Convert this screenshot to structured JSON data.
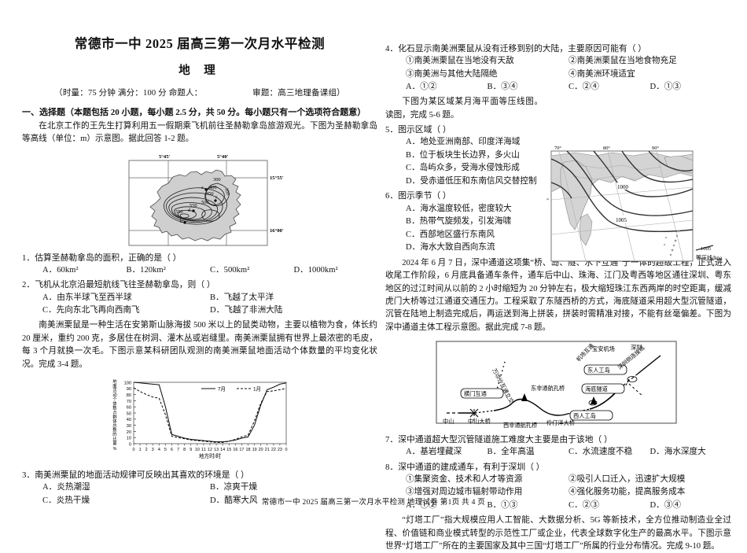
{
  "header": {
    "title": "常德市一中 2025 届高三第一次月水平检测",
    "subject": "地 理",
    "meta_left": "（时量：75 分钟   满分：100 分   命题人：",
    "meta_right": "审题：高三地理备课组）"
  },
  "section1": {
    "heading": "一、选择题（本题包括 20 小题，每小题 2.5 分，共 50 分。每小题只有一个选项符合题意）"
  },
  "passages": {
    "p1": "在北京工作的王先生打算利用五一假期乘飞机前往圣赫勒拿岛旅游观光。下图为圣赫勒拿岛等高线（单位：m）示意图。据此回答 1-2 题。",
    "p2": "南美洲栗鼠是一种生活在安第斯山脉海拔 500 米以上的鼠类动物，主要以植物为食，体长约 20 厘米，重约 200 克，多居住在树洞、灌木丛或岩缝里。南美洲栗鼠拥有世界上最浓密的毛皮，每 3 个月就换一次毛。下图示意某科研团队观测的南美洲栗鼠地面活动个体数量的平均变化状况。完成 3-4 题。",
    "p3": "下图为某区域某月海平面等压线图。读图，完成 5-6 题。",
    "p4": "2024 年 6 月 7 日，深中通道这项集“桥、岛、隧、水下互通”于一体的超级工程，正式进入收尾工作阶段，6 月底具备通车条件，通车后中山、珠海、江门及粤西等地区通往深圳、粤东地区的过江时间从以前的 2 小时缩短为 20 分钟左右，极大缩短珠江东西两岸的时空距离，缓减虎门大桥等过江通道交通压力。工程采取了东隧西桥的方式，海底隧道采用超大型沉管隧道，沉管在陆地上制造完成后，再运送到海上拼装，拼装时需精准对接，不能有丝毫偏差。下图为深中通道主体工程示意图。据此完成 7-8 题。",
    "p5": "“灯塔工厂”指大规模应用人工智能、大数据分析、5G 等新技术，全方位推动制造业全过程、价值链和商业模式转型的示范性工厂或企业，代表全球数字化生产的最高水平。下图示意世界“灯塔工厂”所在的主要国家及其中三国“灯塔工厂”所属的行业分布情况。完成 9-10 题。"
  },
  "questions": [
    {
      "num": "1",
      "text": "1．估算圣赫勒拿岛的面积，正确的是（      ）",
      "layout": "row4",
      "options": [
        "A．60km²",
        "B．120km²",
        "C．500km²",
        "D．1000km²"
      ]
    },
    {
      "num": "2",
      "text": "2．飞机从北京沿最短航线飞往圣赫勒拿岛，则（      ）",
      "layout": "row2x2",
      "options": [
        "A．由东半球飞至西半球",
        "B．飞越了太平洋",
        "C．先向东北飞再向西南飞",
        "D．飞越了非洲大陆"
      ]
    },
    {
      "num": "3",
      "text": "3．南美洲栗鼠的地面活动规律可反映出其喜欢的环境是（      ）",
      "layout": "row2x2",
      "options": [
        "A．炎热潮湿",
        "B．凉爽干燥",
        "C．炎热干燥",
        "D．酷寒大风"
      ]
    },
    {
      "num": "4",
      "text": "4．化石显示南美洲栗鼠从没有迁移到别的大陆，主要原因可能有（      ）",
      "layout": "numbered",
      "numbered": [
        "①南美洲栗鼠在当地没有天敌",
        "②南美洲栗鼠在当地食物充足",
        "③南美洲与其他大陆隔绝",
        "④南美洲环境适宜"
      ],
      "options": [
        "A．①②",
        "B．③④",
        "C．②④",
        "D．①③"
      ]
    },
    {
      "num": "5",
      "text": "5．图示区域（      ）",
      "layout": "stack",
      "options": [
        "A．地处亚洲南部、印度洋海域",
        "B．位于板块生长边界，多火山",
        "C．岛屿众多，受海水侵蚀形成",
        "D．受赤道低压和东南信风交替控制"
      ]
    },
    {
      "num": "6",
      "text": "6．图示季节（      ）",
      "layout": "stack",
      "options": [
        "A．海水温度较低，密度较大",
        "B．热带气旋频发，引发海啸",
        "C．西部地区盛行东南风",
        "D．海水大致自西向东流"
      ]
    },
    {
      "num": "7",
      "text": "7．深中通道超大型沉管隧道施工难度大主要是由于该地（      ）",
      "layout": "row4",
      "options": [
        "A．基岩埋藏深",
        "B．全年高温",
        "C．水流速度不稳",
        "D．海水深度大"
      ]
    },
    {
      "num": "8",
      "text": "8．深中通道的建成通车，有利于深圳（      ）",
      "layout": "numbered",
      "numbered": [
        "①集聚资金、技术和人才等资源",
        "②吸引人口迁入，迅速扩大规模",
        "③增强对周边城市辐射带动作用",
        "④强化服务功能，提高服务成本"
      ],
      "options": [
        "A．①②",
        "B．①③",
        "C．②③",
        "D．③④"
      ]
    }
  ],
  "fig_island": {
    "caption_lon": [
      "5°45'",
      "5°40'"
    ],
    "caption_lat": [
      "15°55'",
      "16°00'"
    ],
    "contour_labels": [
      "300",
      "400",
      "450",
      "500",
      "550",
      "550"
    ],
    "points": [
      "a",
      "b",
      "c",
      "d"
    ]
  },
  "fig_isobar": {
    "lon_labels": [
      "70°",
      "80°",
      "90°"
    ],
    "lat_labels": [
      "10°"
    ],
    "isobar_labels": [
      "1000",
      "1005"
    ],
    "legend_value": "1005",
    "legend_text": "等压线/hpa"
  },
  "fig_shenzhong": {
    "labels": [
      "深圳",
      "宝安机场",
      "机场互通",
      "东人工岛",
      "深圳侧连接线",
      "海底隧道",
      "西人工岛",
      "东非通航孔桥",
      "伶仃洋大桥",
      "西非通航孔桥",
      "万顷沙互通立交",
      "中山大桥",
      "横门互通",
      "中山"
    ]
  },
  "chart_data": {
    "type": "line",
    "title": "",
    "xlabel": "地方时/时",
    "ylabel": "地面活动个体数占群体总数的比重",
    "yunit": "%",
    "x": [
      "0",
      "1",
      "2",
      "3",
      "4",
      "5",
      "6",
      "7",
      "8",
      "9",
      "10",
      "11",
      "12",
      "13",
      "14",
      "15",
      "16",
      "17",
      "18",
      "19",
      "20",
      "21",
      "22",
      "23",
      "0"
    ],
    "ylim": [
      0,
      100
    ],
    "yticks": [
      0,
      10,
      20,
      30,
      40,
      50,
      60,
      70,
      80,
      90,
      100
    ],
    "legend": [
      "7月",
      "1月"
    ],
    "legend_position": "top-center",
    "grid": false,
    "series": [
      {
        "name": "7月",
        "style": "solid",
        "values": [
          100,
          99,
          98,
          97,
          96,
          60,
          15,
          12,
          9,
          7,
          6,
          5,
          4,
          3,
          3,
          4,
          6,
          9,
          11,
          30,
          63,
          88,
          92,
          97,
          99
        ]
      },
      {
        "name": "1月",
        "style": "dashed",
        "values": [
          91,
          85,
          80,
          76,
          74,
          47,
          12,
          10,
          8,
          6,
          5,
          4,
          3,
          2,
          2,
          4,
          7,
          11,
          14,
          37,
          66,
          85,
          86,
          88,
          90
        ]
      }
    ]
  },
  "footer": {
    "line": "常德市一中 2025 届高三第一次月水平检测   地理试卷     第1页   共 4 页"
  }
}
